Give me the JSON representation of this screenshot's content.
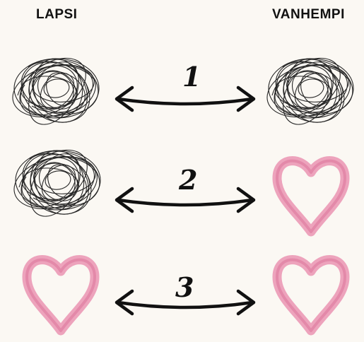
{
  "headers": {
    "left": "LAPSI",
    "right": "VANHEMPI"
  },
  "rows": [
    {
      "number": "1",
      "left_icon": "scribble-tangle-icon",
      "right_icon": "scribble-tangle-icon"
    },
    {
      "number": "2",
      "left_icon": "scribble-tangle-icon",
      "right_icon": "heart-icon"
    },
    {
      "number": "3",
      "left_icon": "heart-icon",
      "right_icon": "heart-icon"
    }
  ],
  "colors": {
    "background": "#fbf8f3",
    "ink": "#111111",
    "heart": "#e98aac"
  }
}
